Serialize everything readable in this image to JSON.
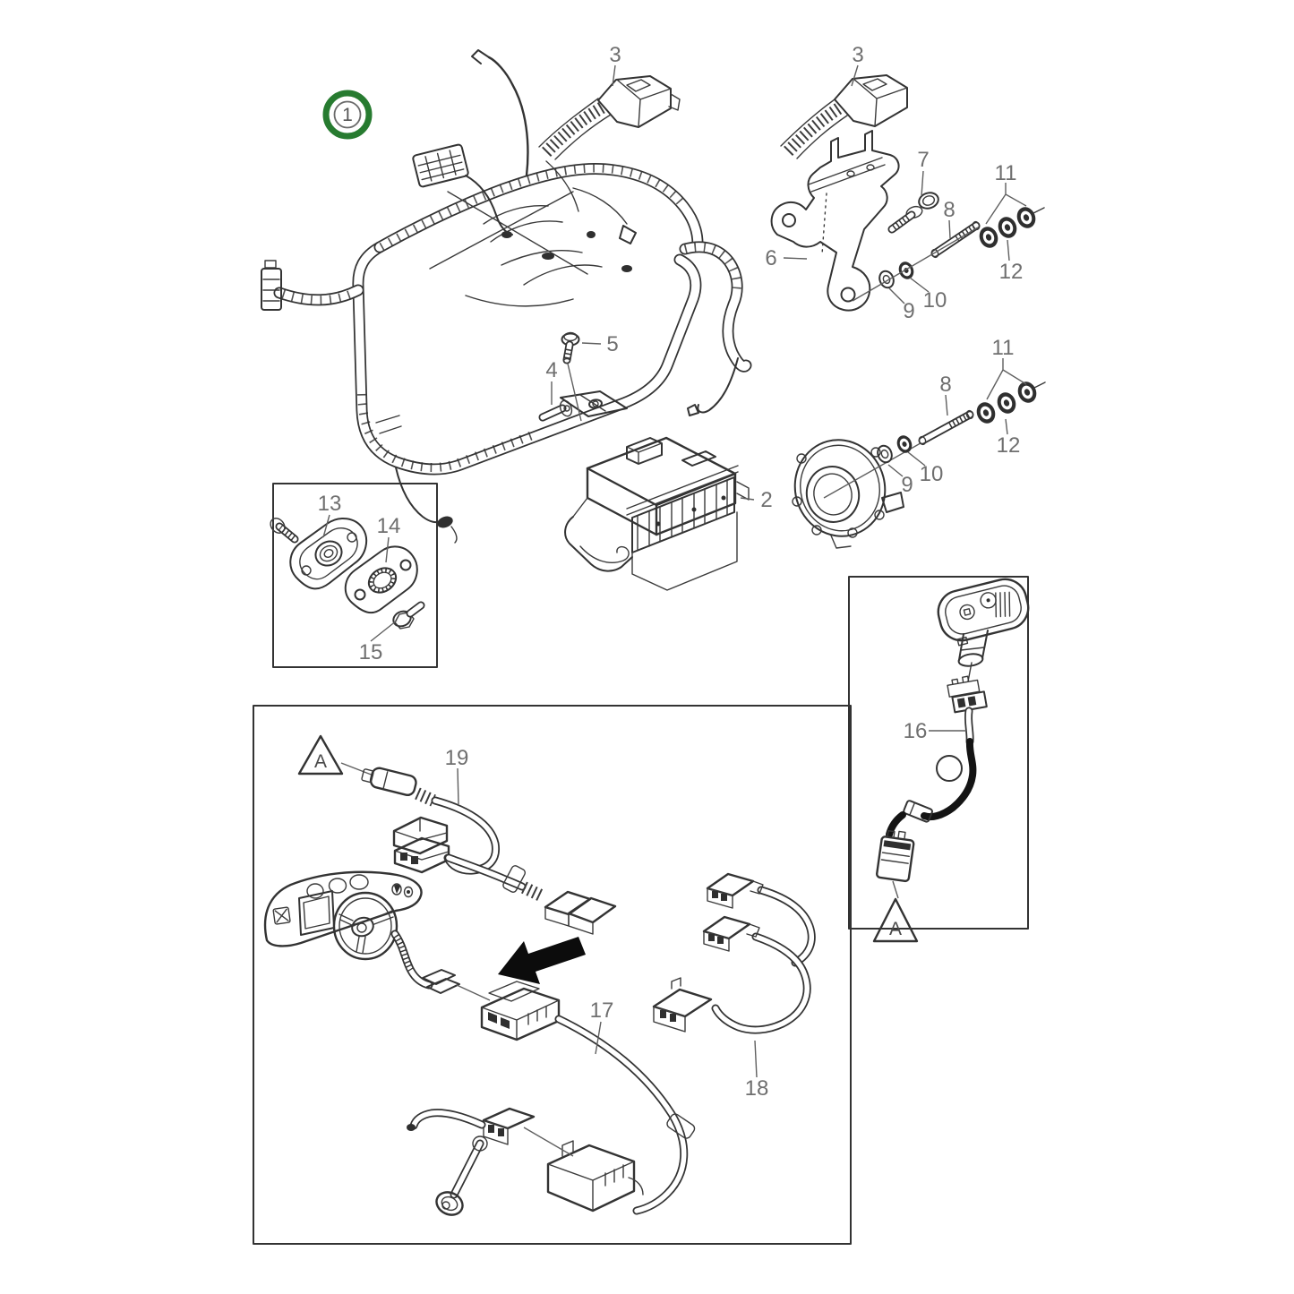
{
  "figure": {
    "kind": "exploded-parts-diagram",
    "description": "Line-art exploded parts diagram of a cable harness assembly with numbered callouts",
    "selected_callout": "1",
    "colors": {
      "background": "#ffffff",
      "line": "#333333",
      "label": "#6f6f6f",
      "highlight_ring": "#277b30",
      "cable_black": "#141414"
    }
  },
  "callouts": [
    {
      "text": "1",
      "highlighted": true
    },
    {
      "text": "3"
    },
    {
      "text": "3"
    },
    {
      "text": "7"
    },
    {
      "text": "11"
    },
    {
      "text": "8"
    },
    {
      "text": "6"
    },
    {
      "text": "12"
    },
    {
      "text": "10"
    },
    {
      "text": "9"
    },
    {
      "text": "5"
    },
    {
      "text": "4"
    },
    {
      "text": "11"
    },
    {
      "text": "8"
    },
    {
      "text": "12"
    },
    {
      "text": "10"
    },
    {
      "text": "9"
    },
    {
      "text": "2"
    },
    {
      "text": "13"
    },
    {
      "text": "14"
    },
    {
      "text": "15"
    },
    {
      "text": "16"
    },
    {
      "text": "19"
    },
    {
      "text": "17"
    },
    {
      "text": "18"
    }
  ],
  "markers": [
    {
      "text": "A"
    },
    {
      "text": "A"
    }
  ]
}
